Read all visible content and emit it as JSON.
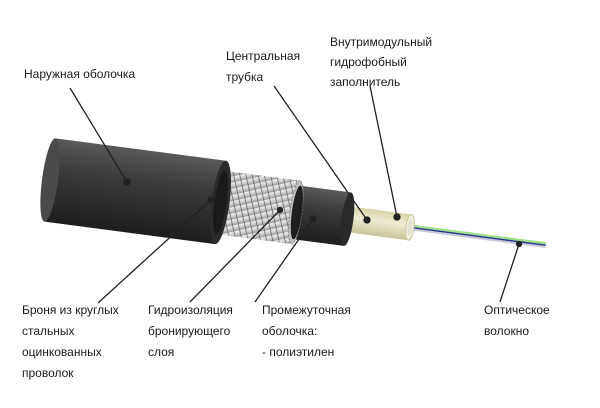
{
  "labels": {
    "outer_sheath": [
      "Наружная оболочка"
    ],
    "central_tube": [
      "Центральная",
      "трубка"
    ],
    "filler": [
      "Внутримодульный",
      "гидрофобный",
      "заполнитель"
    ],
    "armor": [
      "Броня из круглых",
      "стальных",
      "оцинкованных",
      "проволок"
    ],
    "waterproofing": [
      "Гидроизоляция",
      "бронирующего",
      "слоя"
    ],
    "inner_sheath": [
      "Промежуточная",
      "оболочка:",
      "- полиэтилен"
    ],
    "fiber": [
      "Оптическое",
      "волокно"
    ]
  },
  "colors": {
    "sheath": "#3a3a3a",
    "armor": "#d8d8d8",
    "tube": "#e6e2c4",
    "fiber_green": "#9fe08a",
    "fiber_blue": "#2a3a8a",
    "leader": "#222222"
  }
}
